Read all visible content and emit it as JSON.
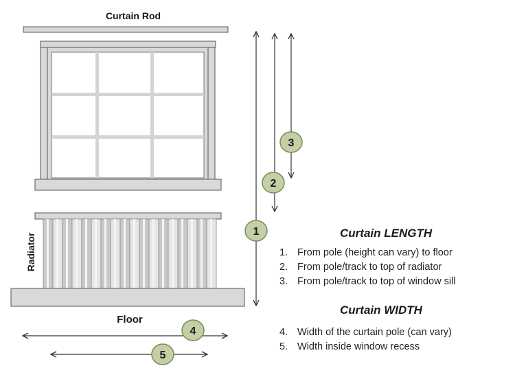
{
  "labels": {
    "curtain_rod": "Curtain Rod",
    "radiator": "Radiator",
    "floor": "Floor"
  },
  "markers": [
    "1",
    "2",
    "3",
    "4",
    "5"
  ],
  "length_section": {
    "title": "Curtain LENGTH",
    "items": [
      {
        "num": "1.",
        "text": "From pole (height can vary) to floor"
      },
      {
        "num": "2.",
        "text": "From pole/track to top of radiator"
      },
      {
        "num": "3.",
        "text": "From pole/track to top of window sill"
      }
    ]
  },
  "width_section": {
    "title": "Curtain WIDTH",
    "items": [
      {
        "num": "4.",
        "text": "Width of the curtain pole (can vary)"
      },
      {
        "num": "5.",
        "text": "Width inside window recess"
      }
    ]
  },
  "colors": {
    "frame_fill": "#d9d9d9",
    "frame_stroke": "#555555",
    "marker_fill": "#c4cfa5",
    "marker_stroke": "#7d8a5e"
  }
}
